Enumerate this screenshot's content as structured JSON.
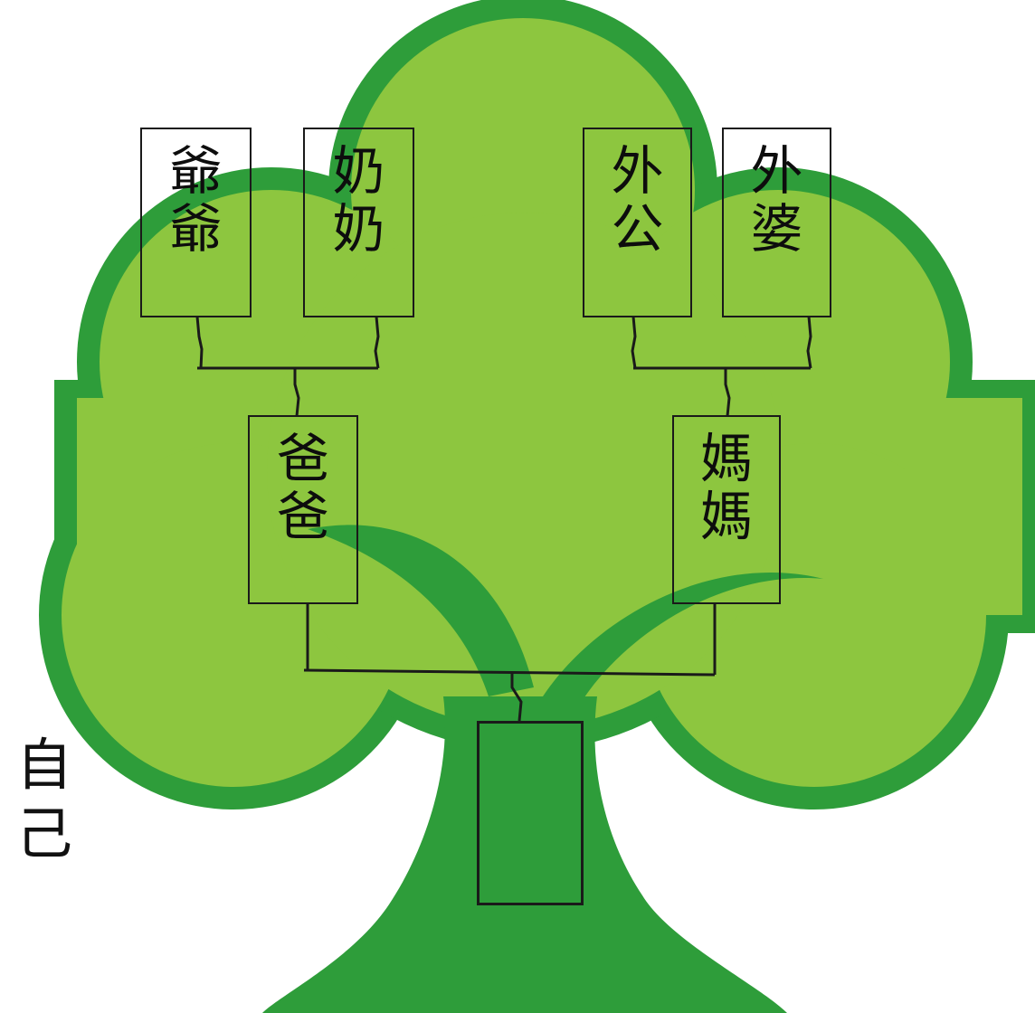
{
  "colors": {
    "canopy_fill": "#8dc63f",
    "canopy_outline": "#2e9d3a",
    "trunk": "#2e9d3a",
    "branch": "#2e9d3a",
    "line": "#1a1a1a"
  },
  "nodes": {
    "paternal_grandfather": {
      "chars": [
        "爺",
        "爺"
      ]
    },
    "paternal_grandmother": {
      "chars": [
        "奶",
        "奶"
      ]
    },
    "maternal_grandfather": {
      "chars": [
        "外",
        "公"
      ]
    },
    "maternal_grandmother": {
      "chars": [
        "外",
        "婆"
      ]
    },
    "father": {
      "chars": [
        "爸",
        "爸"
      ]
    },
    "mother": {
      "chars": [
        "媽",
        "媽"
      ]
    },
    "self": {
      "chars": [
        "自",
        "己"
      ]
    }
  }
}
